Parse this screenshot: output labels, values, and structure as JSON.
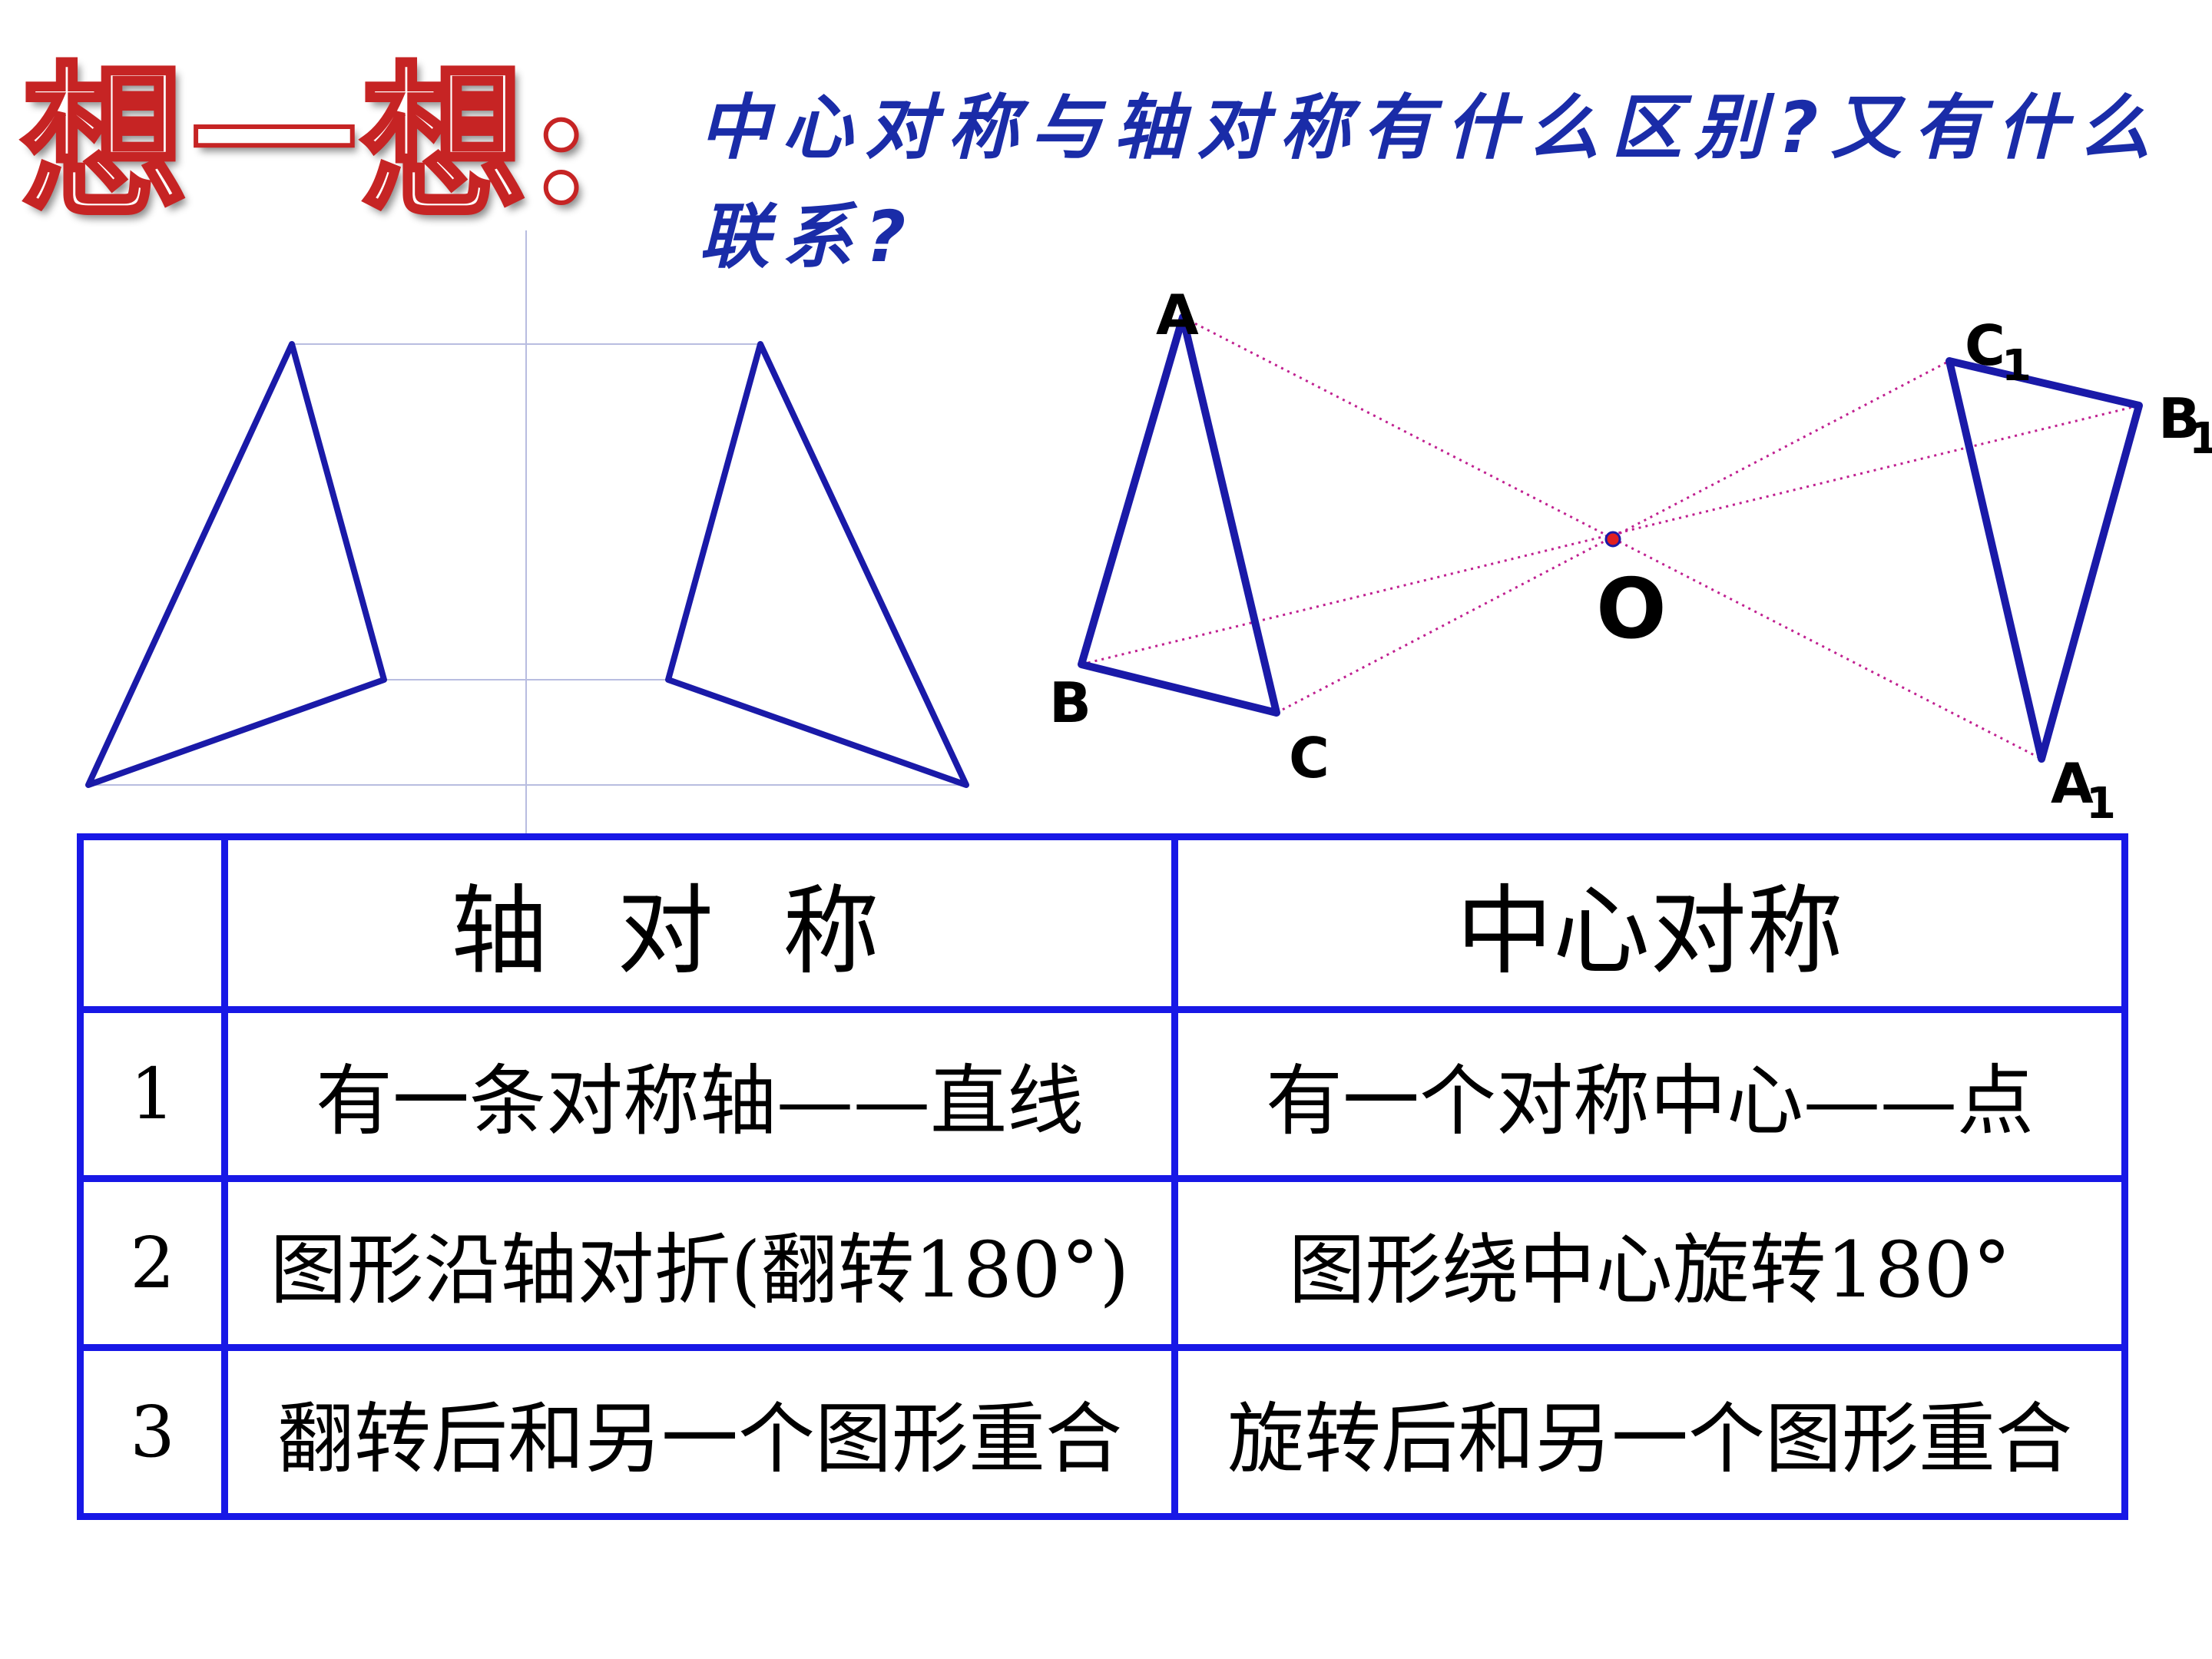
{
  "title": "想一想:",
  "question": "中心对称与轴对称有什么区别?又有什么联系?",
  "points": {
    "A": "A",
    "B": "B",
    "C": "C",
    "O": "O",
    "A1": "A",
    "B1": "B",
    "C1": "C",
    "sub": "1"
  },
  "colors": {
    "triangle": "#1a1aa8",
    "table_border": "#1818e6",
    "dotted_line": "#c02090",
    "title_outline": "#c62424",
    "question_text": "#1a2ca8"
  },
  "table": {
    "headers": [
      "",
      "轴对称",
      "中心对称"
    ],
    "rows": [
      {
        "num": "1",
        "axial": "有一条对称轴——直线",
        "central": "有一个对称中心——点"
      },
      {
        "num": "2",
        "axial": "图形沿轴对折(翻转180°)",
        "central": "图形绕中心旋转180°"
      },
      {
        "num": "3",
        "axial": "翻转后和另一个图形重合",
        "central": "旋转后和另一个图形重合"
      }
    ]
  }
}
